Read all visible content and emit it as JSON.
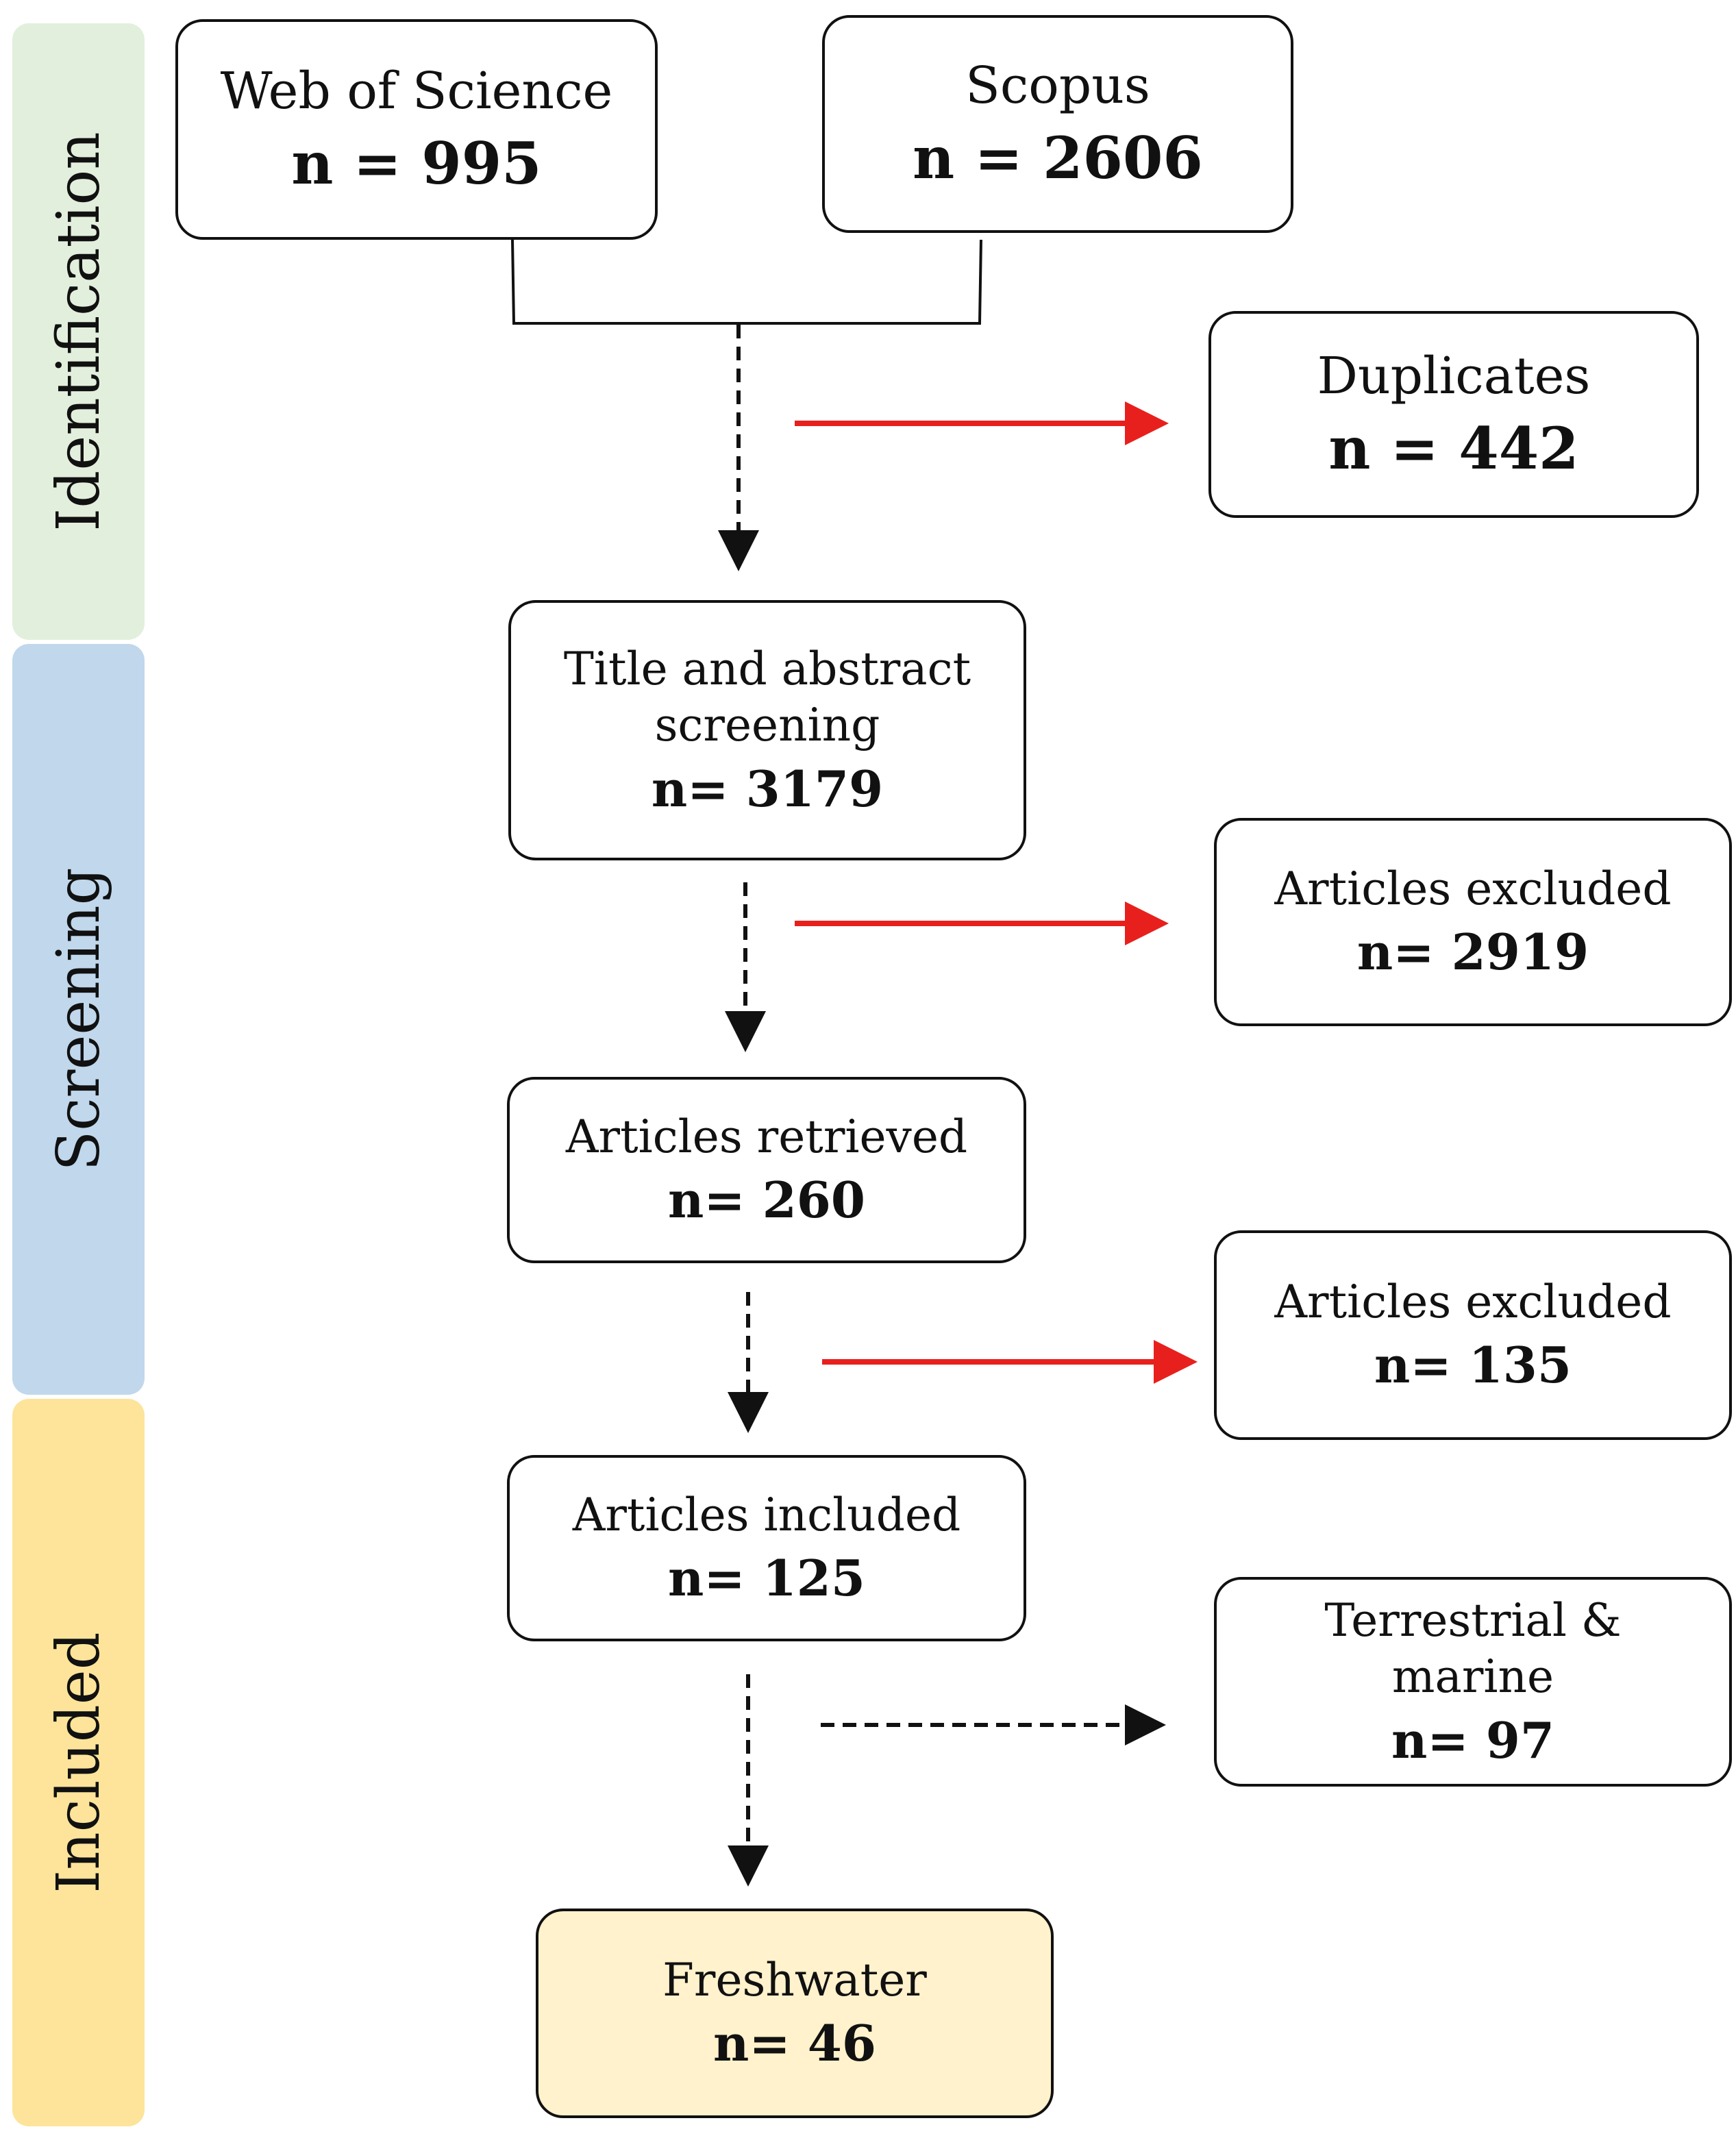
{
  "phases": {
    "identification": {
      "label": "Identification",
      "color": "#e2efdc"
    },
    "screening": {
      "label": "Screening",
      "color": "#c0d7ec"
    },
    "included": {
      "label": "Included",
      "color": "#fde49a"
    }
  },
  "boxes": {
    "web_of_science": {
      "label": "Web of Science",
      "count": "n = 995"
    },
    "scopus": {
      "label": "Scopus",
      "count": "n = 2606"
    },
    "duplicates": {
      "label": "Duplicates",
      "count": "n = 442"
    },
    "title_abstract": {
      "label_line1": "Title and abstract",
      "label_line2": "screening",
      "count": "n= 3179"
    },
    "excluded_1": {
      "label": "Articles excluded",
      "count": "n= 2919"
    },
    "retrieved": {
      "label": "Articles retrieved",
      "count": "n= 260"
    },
    "excluded_2": {
      "label": "Articles excluded",
      "count": "n= 135"
    },
    "included": {
      "label": "Articles included",
      "count": "n= 125"
    },
    "terrestrial_marine": {
      "label_line1": "Terrestrial &",
      "label_line2": "marine",
      "count": "n= 97"
    },
    "freshwater": {
      "label": "Freshwater",
      "count": "n= 46",
      "fill": "#fff2cc"
    }
  },
  "colors": {
    "exclusion_arrow": "#e8201d",
    "flow_arrow": "#111111"
  }
}
